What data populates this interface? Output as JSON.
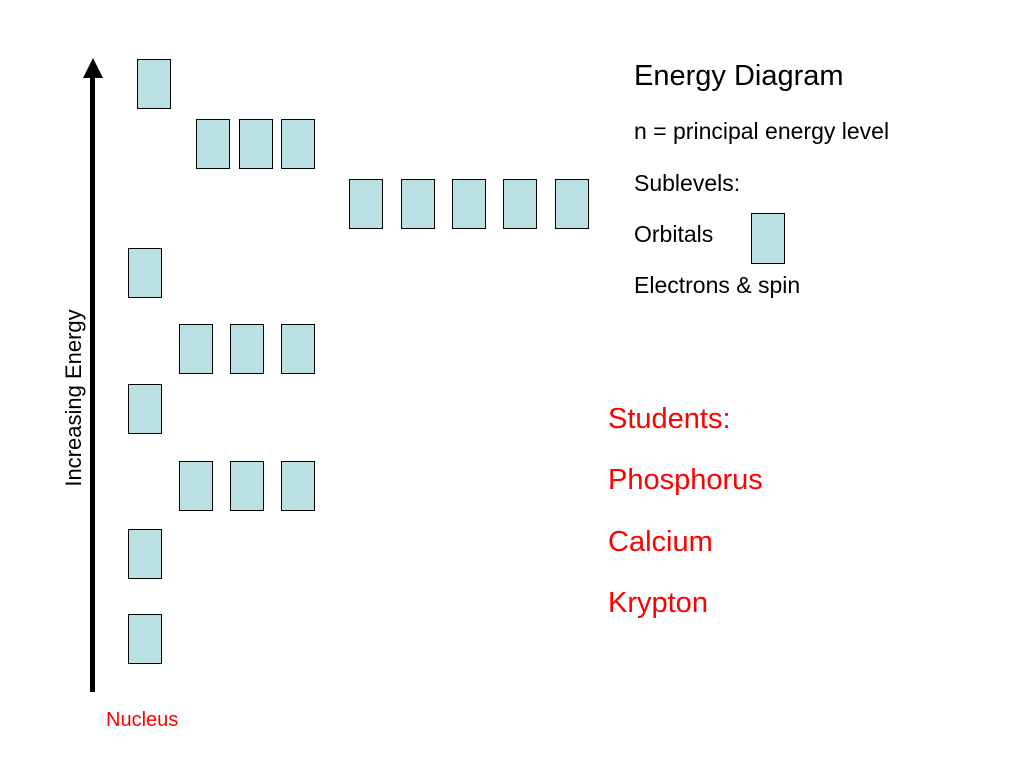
{
  "diagram": {
    "axis_label": "Increasing Energy",
    "nucleus_label": "Nucleus"
  },
  "info": {
    "title": "Energy Diagram",
    "n_definition": "n = principal energy level",
    "sublevels": "Sublevels:",
    "orbitals": "Orbitals",
    "electrons": "Electrons & spin"
  },
  "students": {
    "heading": "Students:",
    "names": [
      "Phosphorus",
      "Calcium",
      "Krypton"
    ]
  },
  "colors": {
    "orbital_fill": "#b9e0e3",
    "student_text": "#ff0000",
    "axis": "#000000"
  }
}
